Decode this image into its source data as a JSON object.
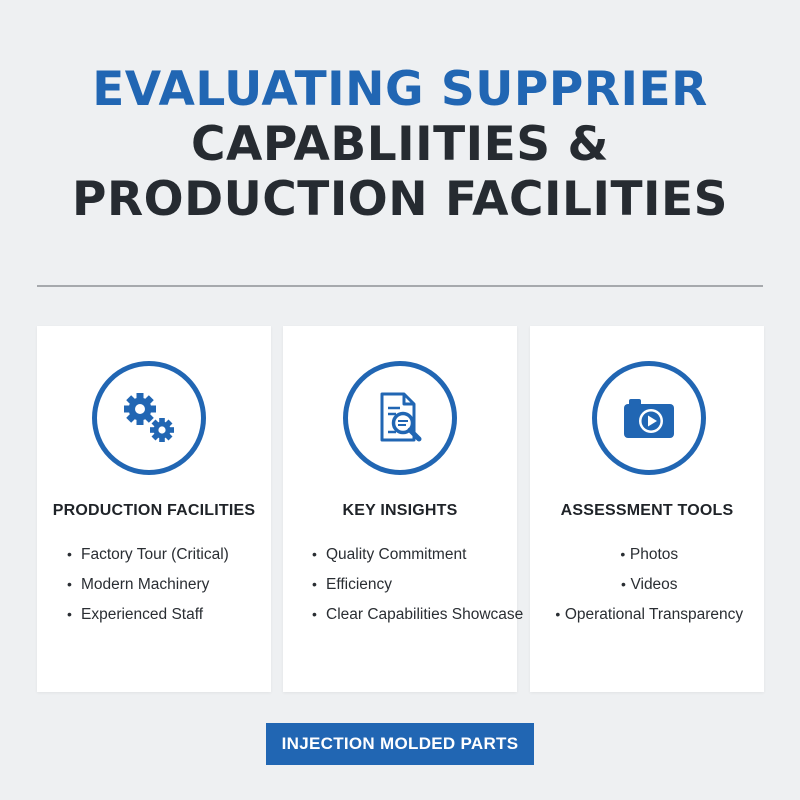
{
  "title": {
    "line1": "EVALUATING SUPPRIER",
    "line2": "CAPABLIITIES &",
    "line3": "PRODUCTION FACILITIES"
  },
  "cards": [
    {
      "icon": "gears-icon",
      "heading": "PRODUCTION FACILITIES",
      "items": [
        "Factory Tour (Critical)",
        "Modern Machinery",
        "Experienced Staff"
      ]
    },
    {
      "icon": "document-search-icon",
      "heading": "KEY INSIGHTS",
      "items": [
        "Quality Commitment",
        "Efficiency",
        "Clear Capabilities Showcase"
      ]
    },
    {
      "icon": "video-camera-icon",
      "heading": "ASSESSMENT TOOLS",
      "items": [
        "Photos",
        "Videos",
        "Operational Transparency"
      ]
    }
  ],
  "footer_tag": "INJECTION MOLDED PARTS",
  "colors": {
    "accent": "#2166b3",
    "title_dark": "#262b31",
    "background": "#eef0f2",
    "card": "#ffffff"
  }
}
